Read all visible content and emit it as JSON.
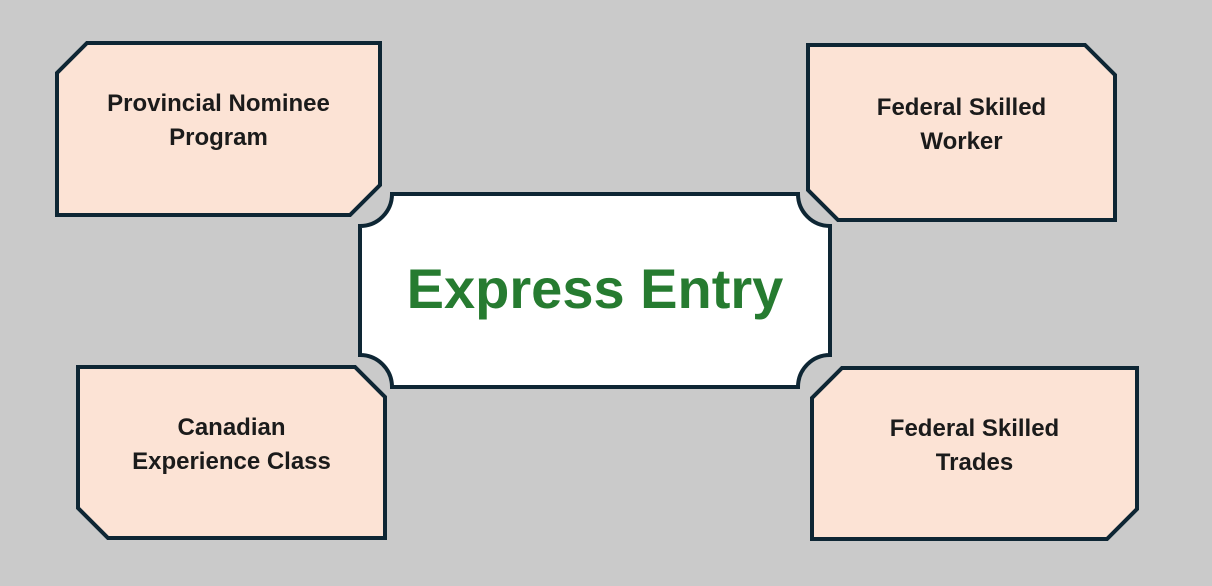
{
  "canvas": {
    "background_color": "#cacaca",
    "outline_color": "#0e2634",
    "node_fill_color": "#fce3d5",
    "center_fill_color": "#ffffff",
    "title_color": "#267b30",
    "label_color": "#1b1b1b"
  },
  "diagram": {
    "center": {
      "title": "Express Entry"
    },
    "nodes": [
      {
        "id": "provincial-nominee-program",
        "lines": [
          "Provincial Nominee",
          "Program"
        ]
      },
      {
        "id": "federal-skilled-worker",
        "lines": [
          "Federal Skilled",
          "Worker"
        ]
      },
      {
        "id": "canadian-experience-class",
        "lines": [
          "Canadian",
          "Experience Class"
        ]
      },
      {
        "id": "federal-skilled-trades",
        "lines": [
          "Federal Skilled",
          "Trades"
        ]
      }
    ]
  }
}
